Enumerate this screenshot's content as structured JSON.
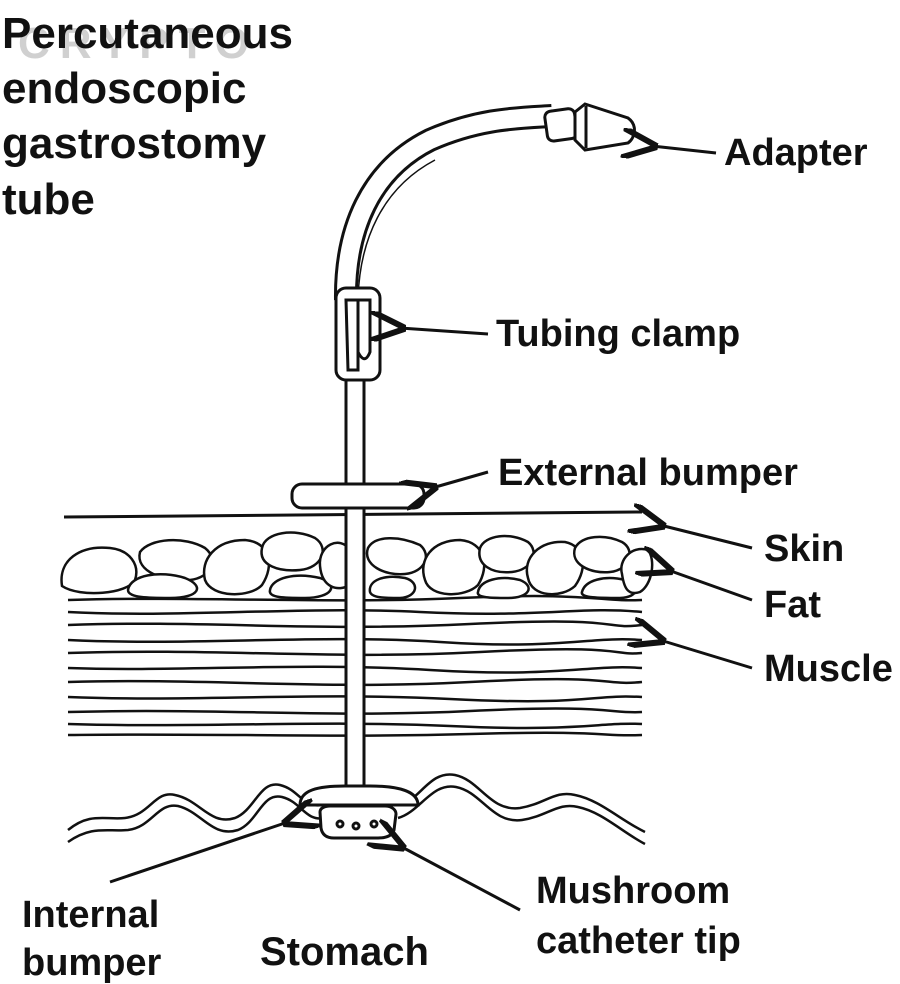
{
  "title_lines": [
    "Percutaneous",
    "endoscopic",
    "gastrostomy",
    "tube"
  ],
  "watermark": "CRYPTO",
  "labels": {
    "adapter": "Adapter",
    "tubing_clamp": "Tubing clamp",
    "external_bumper": "External bumper",
    "skin": "Skin",
    "fat": "Fat",
    "muscle": "Muscle",
    "mushroom_line1": "Mushroom",
    "mushroom_line2": "catheter tip",
    "internal_line1": "Internal",
    "internal_line2": "bumper",
    "stomach": "Stomach"
  },
  "colors": {
    "ink": "#111111",
    "background": "#ffffff"
  }
}
